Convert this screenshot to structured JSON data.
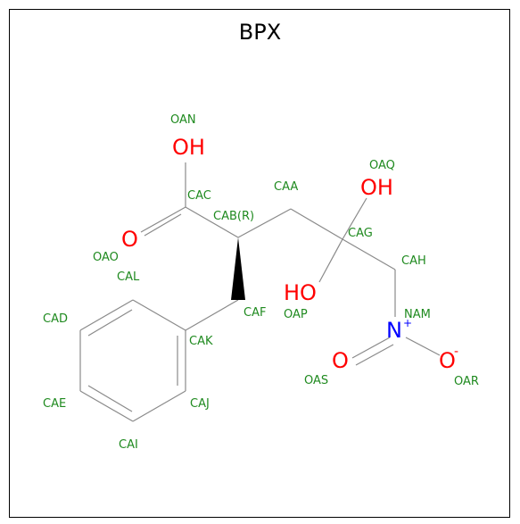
{
  "title": "BPX",
  "colors": {
    "bond": "#8a8a8a",
    "oxygen": "#ff0000",
    "nitrogen": "#0000ff",
    "atom_label": "#1f8a1f",
    "title": "#000000"
  },
  "heteroatoms": {
    "oh_acid": "OH",
    "o_carbonyl": "O",
    "oh_oaq": "OH",
    "ho_oap": "HO",
    "n_nitro": "N",
    "n_charge": "+",
    "o_oas": "O",
    "o_oar": "O",
    "o_charge": "-"
  },
  "atom_labels": {
    "oan": "OAN",
    "cac": "CAC",
    "caa": "CAA",
    "oaq": "OAQ",
    "cab": "CAB(R)",
    "cag": "CAG",
    "oao": "OAO",
    "cah": "CAH",
    "cal": "CAL",
    "oap": "OAP",
    "caf": "CAF",
    "nam": "NAM",
    "cad": "CAD",
    "cak": "CAK",
    "oas": "OAS",
    "oar": "OAR",
    "cae": "CAE",
    "caj": "CAJ",
    "cai": "CAI"
  }
}
